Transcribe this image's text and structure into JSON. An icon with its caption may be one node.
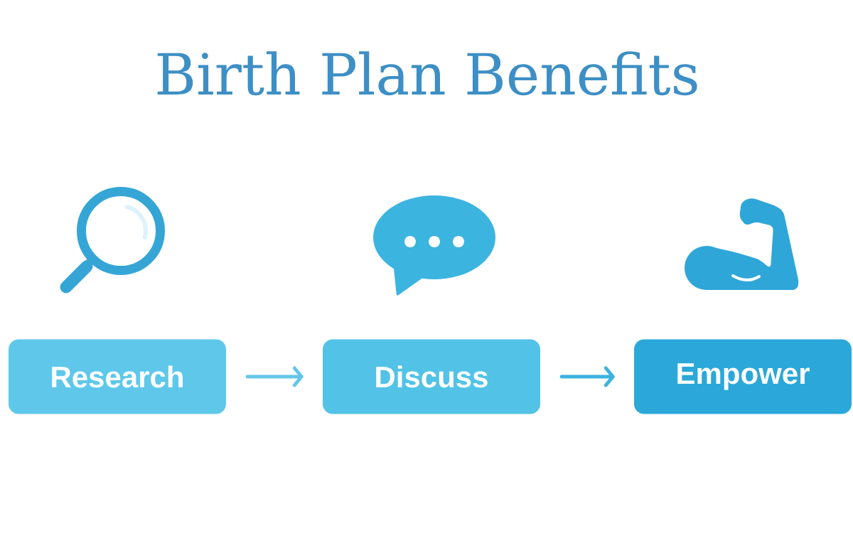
{
  "diagram": {
    "title": "Birth Plan Benefits",
    "nodes": [
      {
        "text": [
          "Research"
        ]
      },
      {
        "text": [
          "Discuss"
        ]
      },
      {
        "text": [
          "Empower"
        ]
      }
    ],
    "edges": [
      {
        "from": 0,
        "to": 1,
        "arrow": "to"
      },
      {
        "from": 1,
        "to": 2,
        "arrow": "to"
      }
    ]
  }
}
